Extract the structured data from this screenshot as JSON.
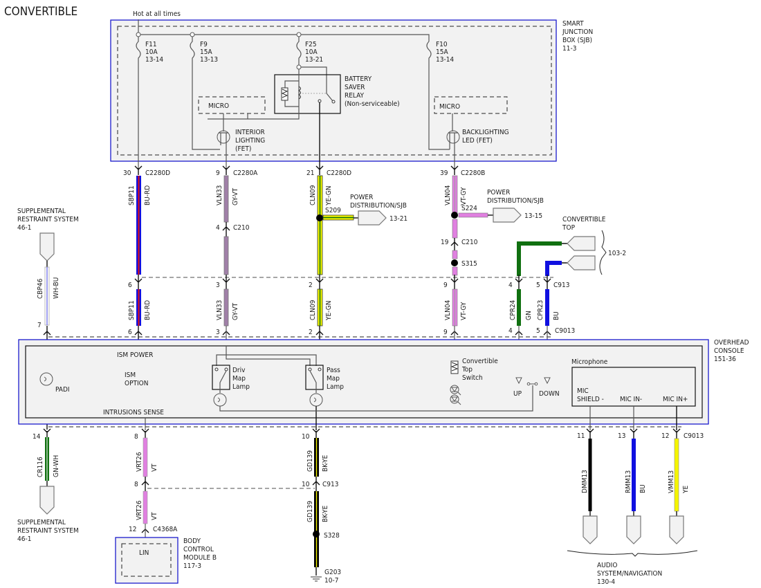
{
  "page": {
    "title": "CONVERTIBLE",
    "hot_label": "Hot at all times"
  },
  "sjb": {
    "name_lines": [
      "SMART",
      "JUNCTION",
      "BOX (SJB)",
      "11-3"
    ],
    "fuses": [
      {
        "id": "F11",
        "rating": "10A",
        "ref": "13-14"
      },
      {
        "id": "F9",
        "rating": "15A",
        "ref": "13-13"
      },
      {
        "id": "F25",
        "rating": "10A",
        "ref": "13-21"
      },
      {
        "id": "F10",
        "rating": "15A",
        "ref": "13-14"
      }
    ],
    "relay_lines": [
      "BATTERY",
      "SAVER",
      "RELAY",
      "(Non-serviceable)"
    ],
    "micro_left": "MICRO",
    "micro_right": "MICRO",
    "interior_lighting_lines": [
      "INTERIOR",
      "LIGHTING",
      "(FET)"
    ],
    "backlighting_lines": [
      "BACKLIGHTING",
      "LED (FET)"
    ]
  },
  "upper_circuits": [
    {
      "pin_top": "30",
      "conn_top": "C2280D",
      "circuit": "SBP11",
      "color": "BU-RD",
      "pin_mid": "6",
      "pin_bot": "6"
    },
    {
      "pin_top": "9",
      "conn_top": "C2280A",
      "circuit": "VLN33",
      "color": "GY-VT",
      "pin_c210": "4",
      "conn_c210": "C210",
      "pin_mid": "3",
      "pin_bot": "3"
    },
    {
      "pin_top": "21",
      "conn_top": "C2280D",
      "circuit": "CLN09",
      "color": "YE-GN",
      "splice": "S209",
      "pin_mid": "2",
      "pin_bot": "2"
    },
    {
      "pin_top": "39",
      "conn_top": "C2280B",
      "circuit": "VLN04",
      "color": "VT-GY",
      "splice": "S224",
      "pin_c210": "19",
      "conn_c210": "C210",
      "splice2": "S315",
      "pin_mid": "9",
      "pin_bot": "9"
    }
  ],
  "power_dist": [
    {
      "lines": [
        "POWER",
        "DISTRIBUTION/SJB"
      ],
      "ref": "13-21"
    },
    {
      "lines": [
        "POWER",
        "DISTRIBUTION/SJB"
      ],
      "ref": "13-15"
    }
  ],
  "srs_top": {
    "lines": [
      "SUPPLEMENTAL",
      "RESTRAINT SYSTEM",
      "46-1"
    ],
    "circuit": "CBP46",
    "color": "WH-BU",
    "pin": "7"
  },
  "convertible_top": {
    "lines": [
      "CONVERTIBLE",
      "TOP"
    ],
    "ref": "103-2",
    "wires": [
      {
        "circuit": "CPR24",
        "color": "GN",
        "pin_top": "4",
        "pin_bot": "4"
      },
      {
        "circuit": "CPR23",
        "color": "BU",
        "pin_top": "5",
        "pin_bot": "5"
      }
    ],
    "conn_top": "C913",
    "conn_bot": "C9013"
  },
  "overhead_console": {
    "name_lines": [
      "OVERHEAD",
      "CONSOLE",
      "151-36"
    ],
    "ism_power": "ISM POWER",
    "ism_option_lines": [
      "ISM",
      "OPTION"
    ],
    "padi": "PADI",
    "intrusion": "INTRUSIONS SENSE",
    "driv_lamp_lines": [
      "Driv",
      "Map",
      "Lamp"
    ],
    "pass_lamp_lines": [
      "Pass",
      "Map",
      "Lamp"
    ],
    "conv_switch_lines": [
      "Convertible",
      "Top",
      "Switch"
    ],
    "up": "UP",
    "down": "DOWN",
    "microphone": "Microphone",
    "mic_shield_lines": [
      "MIC",
      "SHIELD -"
    ],
    "mic_in_minus": "MIC IN-",
    "mic_in_plus": "MIC IN+"
  },
  "lower_circuits": {
    "srs": {
      "pin": "14",
      "circuit": "CR116",
      "color": "GN-WH",
      "lines": [
        "SUPPLEMENTAL",
        "RESTRAINT SYSTEM",
        "46-1"
      ]
    },
    "bcm": {
      "pin_top": "8",
      "circuit": "VRT26",
      "color": "VT",
      "pin_mid": "8",
      "pin_bot": "12",
      "conn_bot": "C4368A",
      "module": "LIN",
      "lines": [
        "BODY",
        "CONTROL",
        "MODULE B",
        "117-3"
      ]
    },
    "ground": {
      "pin_top": "10",
      "circuit": "GD139",
      "color": "BK-YE",
      "pin_mid": "10",
      "conn_mid": "C913",
      "splice": "S328",
      "ground": "G203",
      "ref": "10-7"
    },
    "audio": {
      "wires": [
        {
          "pin": "11",
          "circuit": "DMM13",
          "color": ""
        },
        {
          "pin": "13",
          "circuit": "RMM13",
          "color": "BU"
        },
        {
          "pin": "12",
          "circuit": "VMM13",
          "color": "YE"
        }
      ],
      "conn": "C9013",
      "lines": [
        "AUDIO",
        "SYSTEM/NAVIGATION",
        "130-4"
      ]
    }
  },
  "colors": {
    "module_border": "#1a1acc",
    "blue": "#1010e0",
    "red": "#e01010",
    "gray_violet": "#a080a8",
    "yellow": "#f5f500",
    "violet": "#e080e0",
    "green": "#107010",
    "black": "#000000"
  }
}
